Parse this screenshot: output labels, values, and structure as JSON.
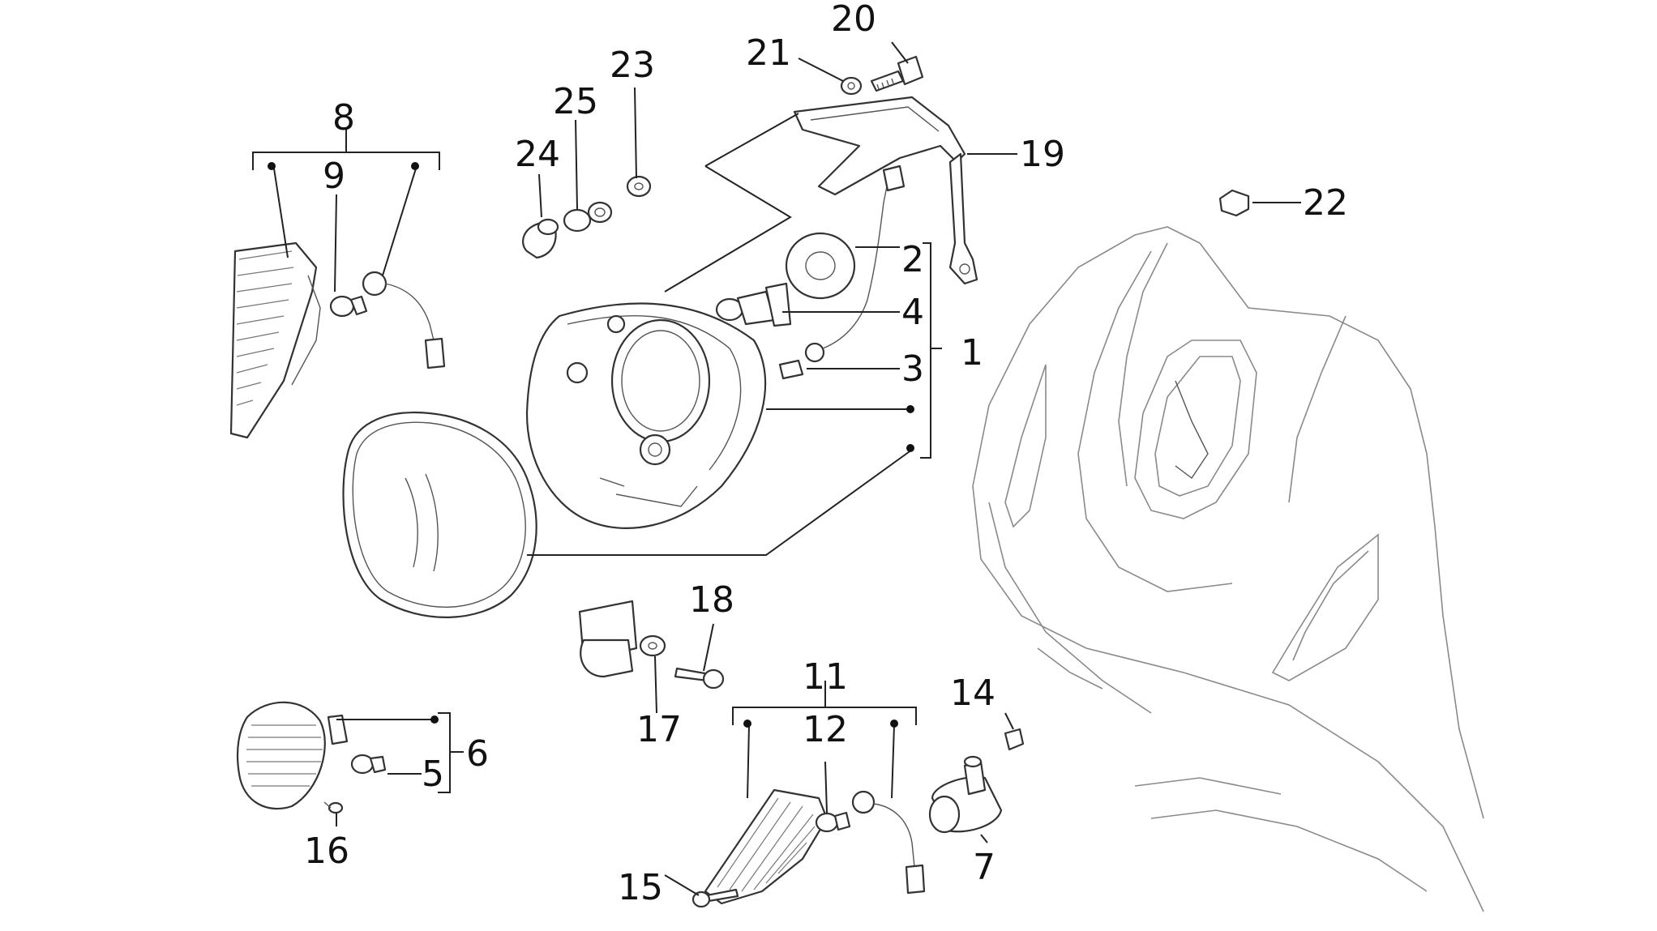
{
  "diagram": {
    "callouts": [
      {
        "id": "c1",
        "text": "1"
      },
      {
        "id": "c2",
        "text": "2"
      },
      {
        "id": "c3",
        "text": "3"
      },
      {
        "id": "c4",
        "text": "4"
      },
      {
        "id": "c5",
        "text": "5"
      },
      {
        "id": "c6",
        "text": "6"
      },
      {
        "id": "c7",
        "text": "7"
      },
      {
        "id": "c8",
        "text": "8"
      },
      {
        "id": "c9",
        "text": "9"
      },
      {
        "id": "c11",
        "text": "11"
      },
      {
        "id": "c12",
        "text": "12"
      },
      {
        "id": "c14",
        "text": "14"
      },
      {
        "id": "c15",
        "text": "15"
      },
      {
        "id": "c16",
        "text": "16"
      },
      {
        "id": "c17",
        "text": "17"
      },
      {
        "id": "c18",
        "text": "18"
      },
      {
        "id": "c19",
        "text": "19"
      },
      {
        "id": "c20",
        "text": "20"
      },
      {
        "id": "c21",
        "text": "21"
      },
      {
        "id": "c22",
        "text": "22"
      },
      {
        "id": "c23",
        "text": "23"
      },
      {
        "id": "c24",
        "text": "24"
      },
      {
        "id": "c25",
        "text": "25"
      }
    ]
  }
}
